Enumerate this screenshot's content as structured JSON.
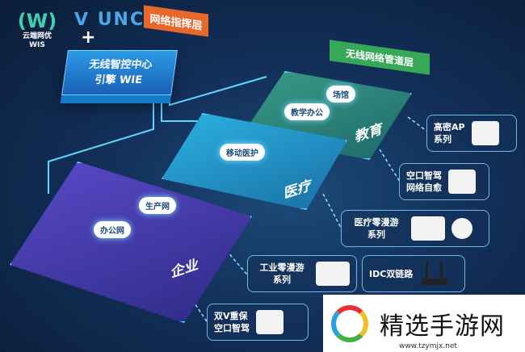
{
  "logos": {
    "wis_name": "云端网优",
    "wis_code": "WIS",
    "unc": "UNC",
    "plus": "+"
  },
  "layers": {
    "command": "网络指挥层",
    "pipeline": "无线网络管道层"
  },
  "engine": {
    "line1": "无线智控中心",
    "line2": "引擎 WIE"
  },
  "zones": {
    "education": {
      "title": "教育",
      "pills": [
        "场馆",
        "教学办公"
      ]
    },
    "medical": {
      "title": "医疗",
      "pills": [
        "移动医护"
      ]
    },
    "enterprise": {
      "title": "企业",
      "pills": [
        "生产网",
        "办公网"
      ]
    }
  },
  "products": [
    {
      "line1": "高密AP",
      "line2": "系列"
    },
    {
      "line1": "空口智驾",
      "line2": "网络自愈"
    },
    {
      "line1": "医疗零漫游",
      "line2": "系列"
    },
    {
      "line1": "工业零漫游",
      "line2": "系列"
    },
    {
      "line1": "IDC双链路",
      "line2": ""
    },
    {
      "line1": "双V重保",
      "line2": "空口智驾"
    }
  ],
  "watermark": {
    "title": "精选手游网",
    "url": "www.tzymjx.net"
  }
}
